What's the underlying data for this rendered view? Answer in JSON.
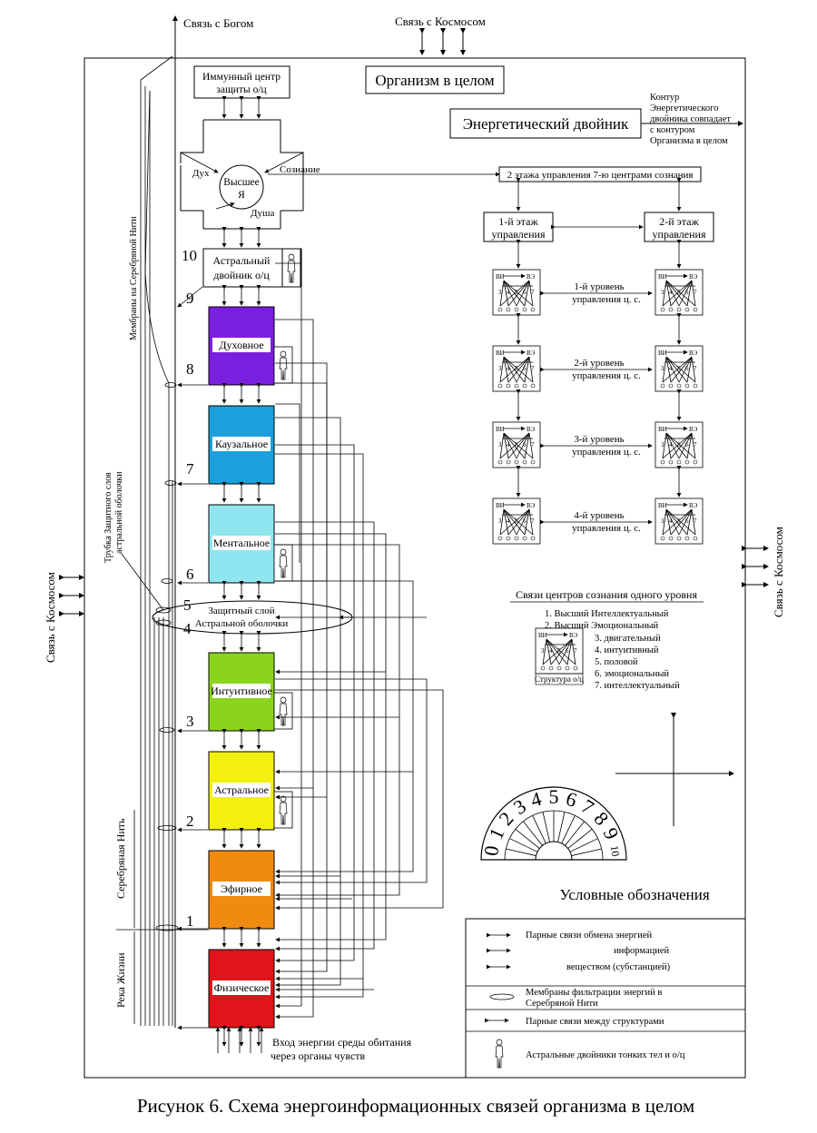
{
  "top": {
    "god_link": "Связь с Богом",
    "cosmos_link_top": "Связь с Космосом",
    "cosmos_link_left": "Связь с Космосом",
    "cosmos_link_right": "Связь с Космосом"
  },
  "organism_title": "Организм в целом",
  "energy_double": {
    "title": "Энергетический двойник",
    "note": [
      "Контур",
      "Энергетического",
      "двойника совпадает",
      "с контуром",
      "Организма в целом"
    ]
  },
  "immune_center": [
    "Иммунный центр",
    "защиты о/ц"
  ],
  "higher_self": {
    "label": [
      "Высшее",
      "Я"
    ],
    "spirit": "Дух",
    "soul": "Душа",
    "consciousness": "Сознание"
  },
  "astral_double": [
    "Астральный",
    "двойник о/ц"
  ],
  "bodies": [
    {
      "name": "Духовное",
      "color": "#7a1fe0"
    },
    {
      "name": "Каузальное",
      "color": "#1aa0dc"
    },
    {
      "name": "Ментальное",
      "color": "#8fe6f0"
    },
    {
      "name": "Интуитивное",
      "color": "#8bd41c"
    },
    {
      "name": "Астральное",
      "color": "#f4f00e"
    },
    {
      "name": "Эфирное",
      "color": "#f08a10"
    },
    {
      "name": "Физическое",
      "color": "#e0141a"
    }
  ],
  "protective_layer": [
    "Защитный слой",
    "Астральной оболочки"
  ],
  "level_numbers": [
    "10",
    "9",
    "8",
    "7",
    "6",
    "5",
    "4",
    "3",
    "2",
    "1"
  ],
  "side_labels": {
    "membranes": "Мембраны на Серебряной Нити",
    "tube": [
      "Трубка Защитного слоя",
      "астральной оболочки"
    ],
    "silver_thread": "Серебряная Нить",
    "river_of_life": "Река Жизни"
  },
  "bottom_input": [
    "Вход энергии среды обитания",
    "через органы чувств"
  ],
  "control": {
    "top_box": "2 этажа управления 7-ю центрами сознания",
    "floor1": [
      "1-й этаж",
      "управления"
    ],
    "floor2": [
      "2-й этаж",
      "управления"
    ],
    "levels": [
      [
        "1-й уровень",
        "управления ц. с."
      ],
      [
        "2-й уровень",
        "управления ц. с."
      ],
      [
        "3-й уровень",
        "управления ц. с."
      ],
      [
        "4-й уровень",
        "управления ц. с."
      ]
    ],
    "center_labels": {
      "vi": "ВИ",
      "ve": "ВЭ",
      "nums": [
        "3",
        "4",
        "5",
        "6",
        "7"
      ]
    }
  },
  "centers_legend": {
    "title": "Связи центров сознания одного уровня",
    "items_top": [
      "1. Высший Интеллектуальный",
      "2. Высший Эмоциональный"
    ],
    "items": [
      "3. двигательный",
      "4. интуитивный",
      "5. половой",
      "6. эмоциональный",
      "7. интеллектуальный"
    ],
    "structure_label": "Структура о/ц"
  },
  "dial_digits": [
    "0",
    "1",
    "2",
    "3",
    "4",
    "5",
    "6",
    "7",
    "8",
    "9",
    "10"
  ],
  "legend": {
    "title": "Условные обозначения",
    "exchange": "Парные связи обмена энергией",
    "information": "информацией",
    "substance": "веществом (субстанцией)",
    "membranes": [
      "Мембраны фильтрации энергий в",
      "Серебряной Нити"
    ],
    "structures": "Парные связи между структурами",
    "doubles": "Астральные двойники тонких тел и о/ц"
  },
  "caption": "Рисунок 6. Схема энергоинформационных связей организма в целом"
}
